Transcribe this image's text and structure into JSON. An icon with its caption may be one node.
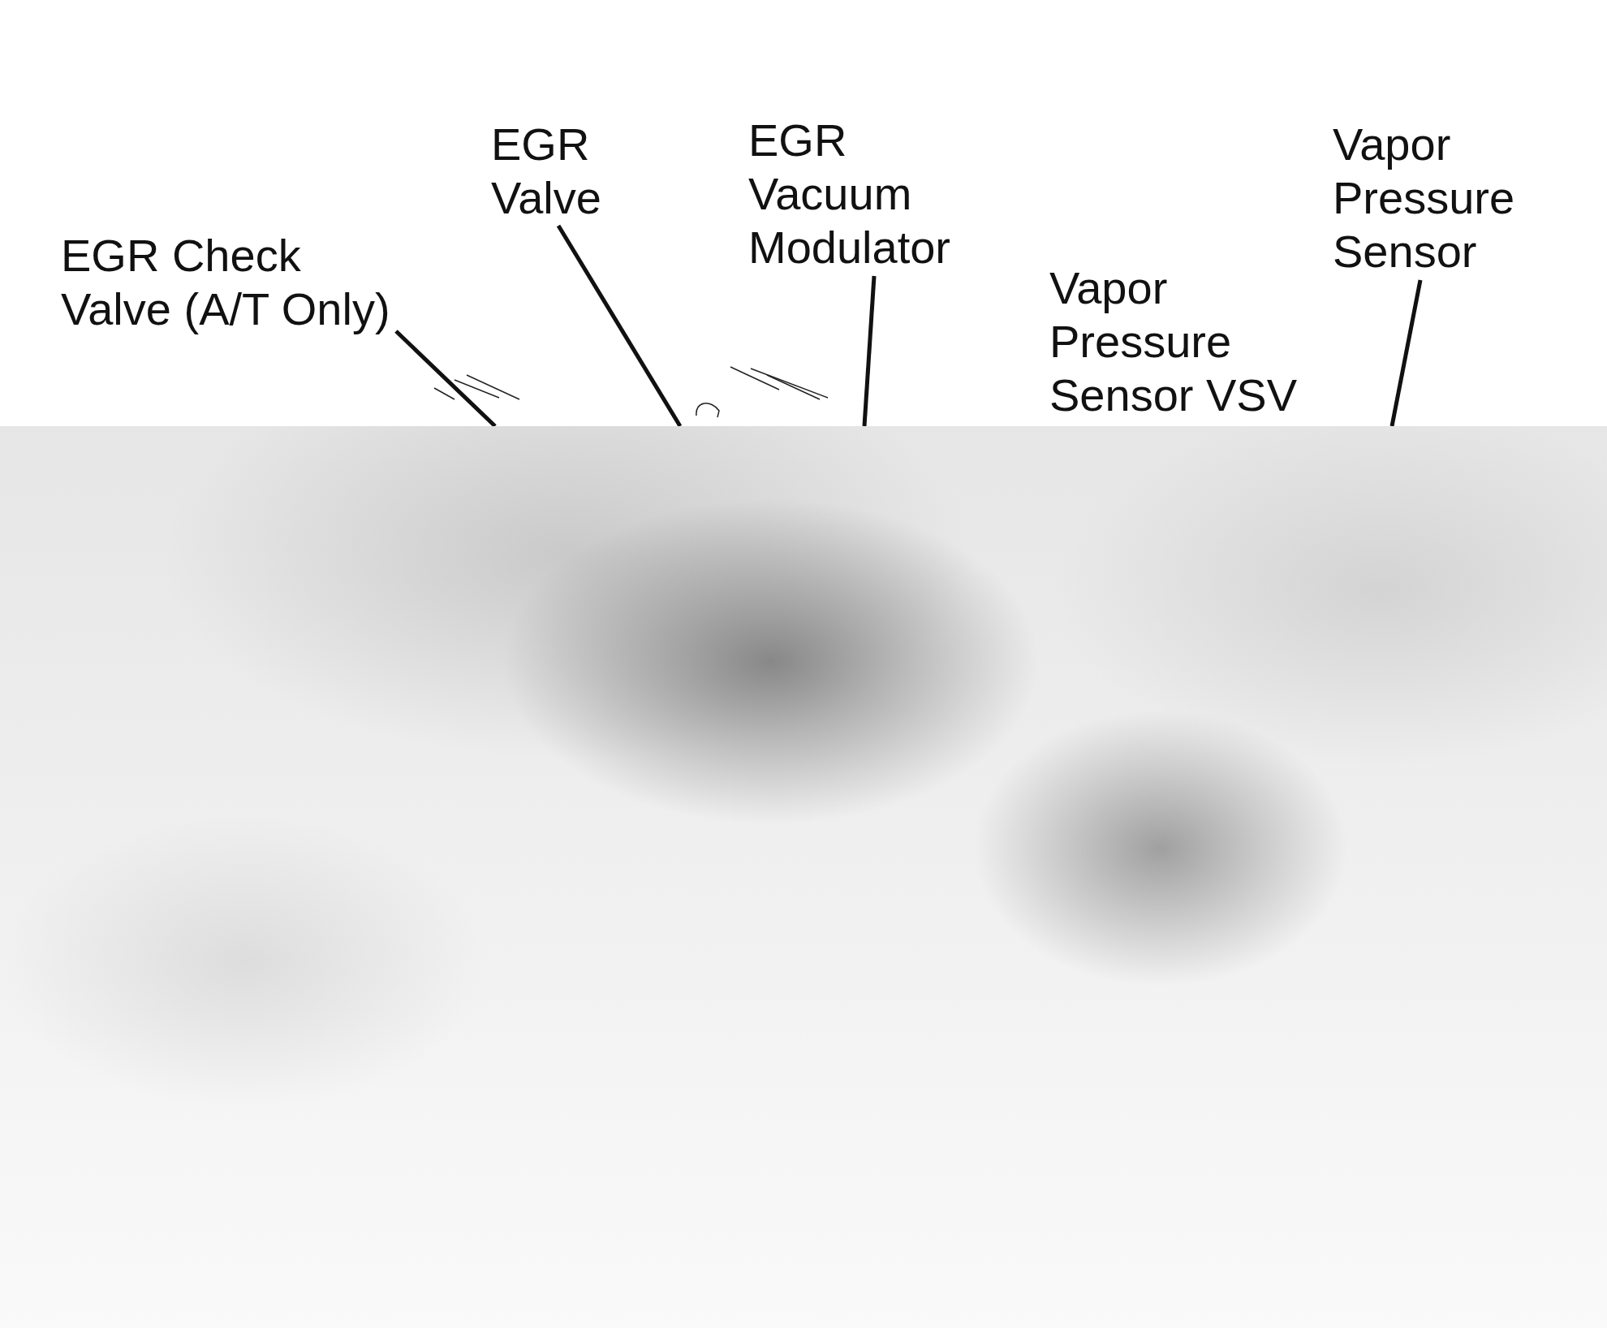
{
  "diagram": {
    "nodes": [
      {
        "text": [
          "EGR Check Valve (A/T Only)"
        ]
      },
      {
        "text": [
          "EGR Valve"
        ]
      },
      {
        "text": [
          "EGR Vacuum Modulator"
        ]
      },
      {
        "text": [
          "Vapor Pressure Sensor VSV"
        ]
      },
      {
        "text": [
          "Vapor Pressure Sensor"
        ]
      }
    ],
    "edges": [
      {
        "from": 0,
        "to": null,
        "arrow": "none"
      },
      {
        "from": 1,
        "to": null,
        "arrow": "none"
      },
      {
        "from": 2,
        "to": null,
        "arrow": "none"
      },
      {
        "from": 4,
        "to": null,
        "arrow": "none"
      }
    ]
  }
}
